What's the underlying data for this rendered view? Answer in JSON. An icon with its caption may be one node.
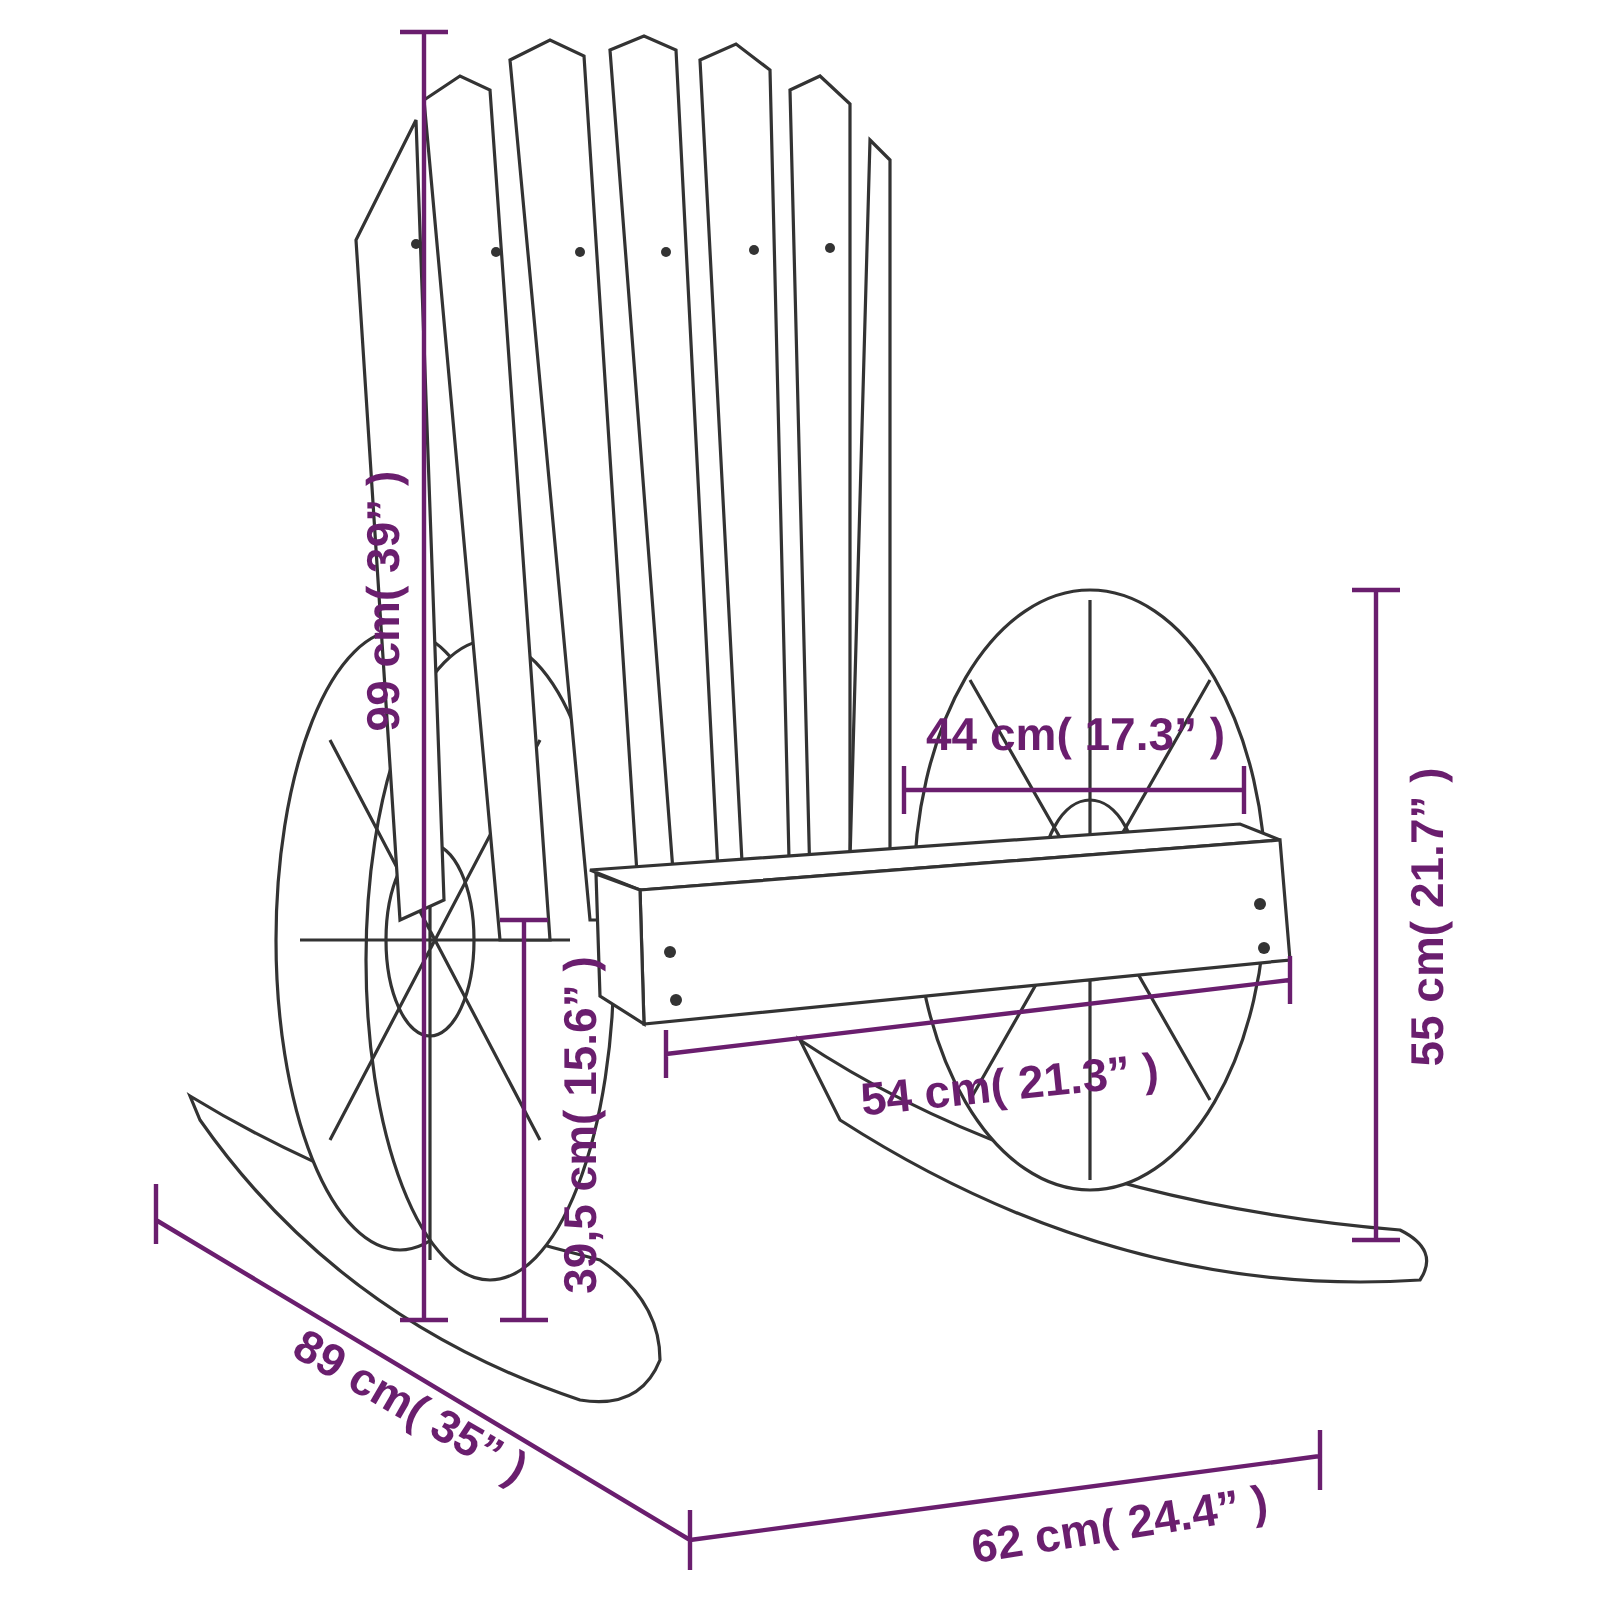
{
  "diagram": {
    "labels": [
      "99 cm( 39” )",
      "44 cm( 17.3” )",
      "55 cm( 21.7” )",
      "54 cm( 21.3” )",
      "39,5 cm( 15.6” )",
      "89 cm( 35” )",
      "62 cm( 24.4” )"
    ]
  }
}
